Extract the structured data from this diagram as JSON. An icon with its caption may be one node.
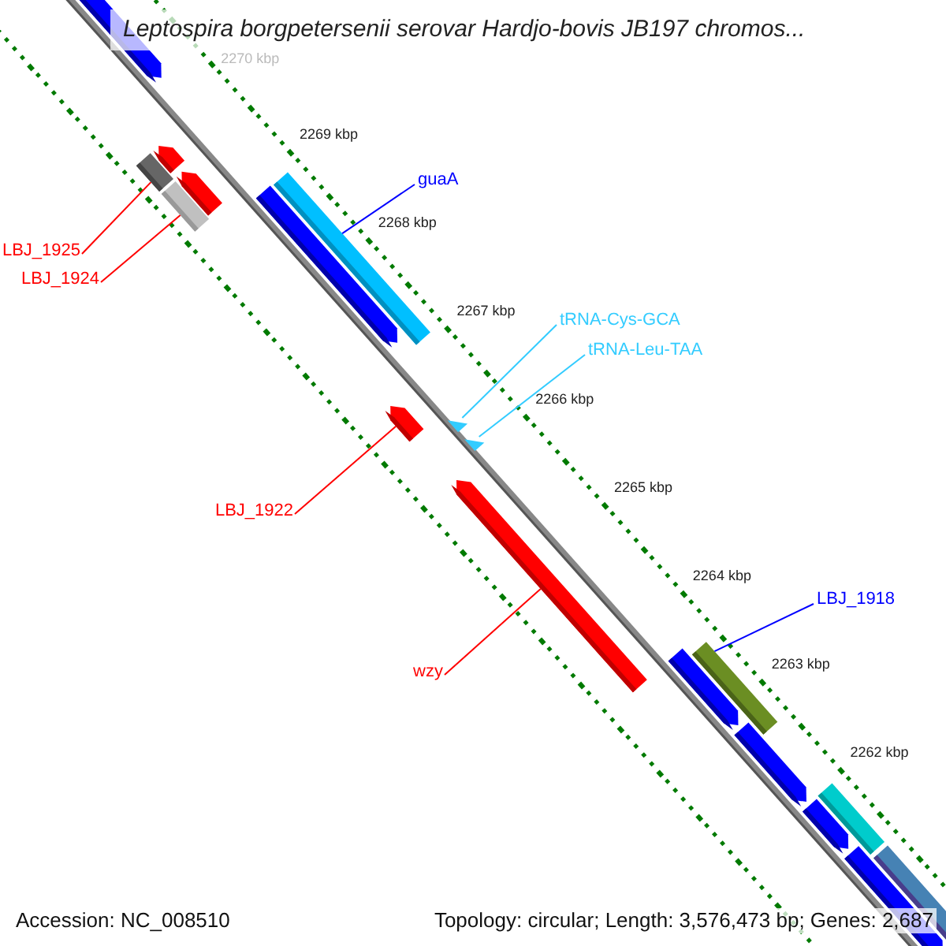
{
  "diagram": {
    "title": "Leptospira borgpetersenii serovar Hardjo-bovis JB197 chromos...",
    "nodes": [
      {
        "text": [
          "guaA"
        ]
      },
      {
        "text": [],
        "shape": "bar"
      },
      {
        "text": [
          "LBJ_1925"
        ]
      },
      {
        "text": [
          "LBJ_1924"
        ]
      },
      {
        "text": [],
        "shape": "bar"
      },
      {
        "text": [],
        "shape": "bar"
      },
      {
        "text": [
          "tRNA-Cys-GCA"
        ]
      },
      {
        "text": [
          "tRNA-Leu-TAA"
        ]
      },
      {
        "text": [],
        "shape": "triangle"
      },
      {
        "text": [],
        "shape": "triangle"
      },
      {
        "text": [
          "LBJ_1922"
        ]
      },
      {
        "text": [],
        "shape": "bar"
      },
      {
        "text": [
          "wzy"
        ]
      },
      {
        "text": [],
        "shape": "bar"
      },
      {
        "text": [
          "LBJ_1918"
        ]
      },
      {
        "text": [],
        "shape": "bar"
      }
    ],
    "edges": [
      {
        "from": 0,
        "to": 1,
        "arrow": "none",
        "color": "#0000ff"
      },
      {
        "from": 2,
        "to": 4,
        "arrow": "none",
        "color": "#ff0000"
      },
      {
        "from": 3,
        "to": 5,
        "arrow": "none",
        "color": "#ff0000"
      },
      {
        "from": 6,
        "to": 8,
        "arrow": "none",
        "color": "#33ccff"
      },
      {
        "from": 7,
        "to": 9,
        "arrow": "none",
        "color": "#33ccff"
      },
      {
        "from": 10,
        "to": 11,
        "arrow": "none",
        "color": "#ff0000"
      },
      {
        "from": 12,
        "to": 13,
        "arrow": "none",
        "color": "#ff0000"
      },
      {
        "from": 14,
        "to": 15,
        "arrow": "none",
        "color": "#0000ff"
      }
    ],
    "labels": [
      "2270 kbp",
      "2269 kbp",
      "2268 kbp",
      "2267 kbp",
      "2266 kbp",
      "2265 kbp",
      "2264 kbp",
      "2263 kbp",
      "2262 kbp",
      "Accession: NC_008510",
      "Topology: circular; Length: 3,576,473 bp; Genes: 2,687"
    ]
  }
}
